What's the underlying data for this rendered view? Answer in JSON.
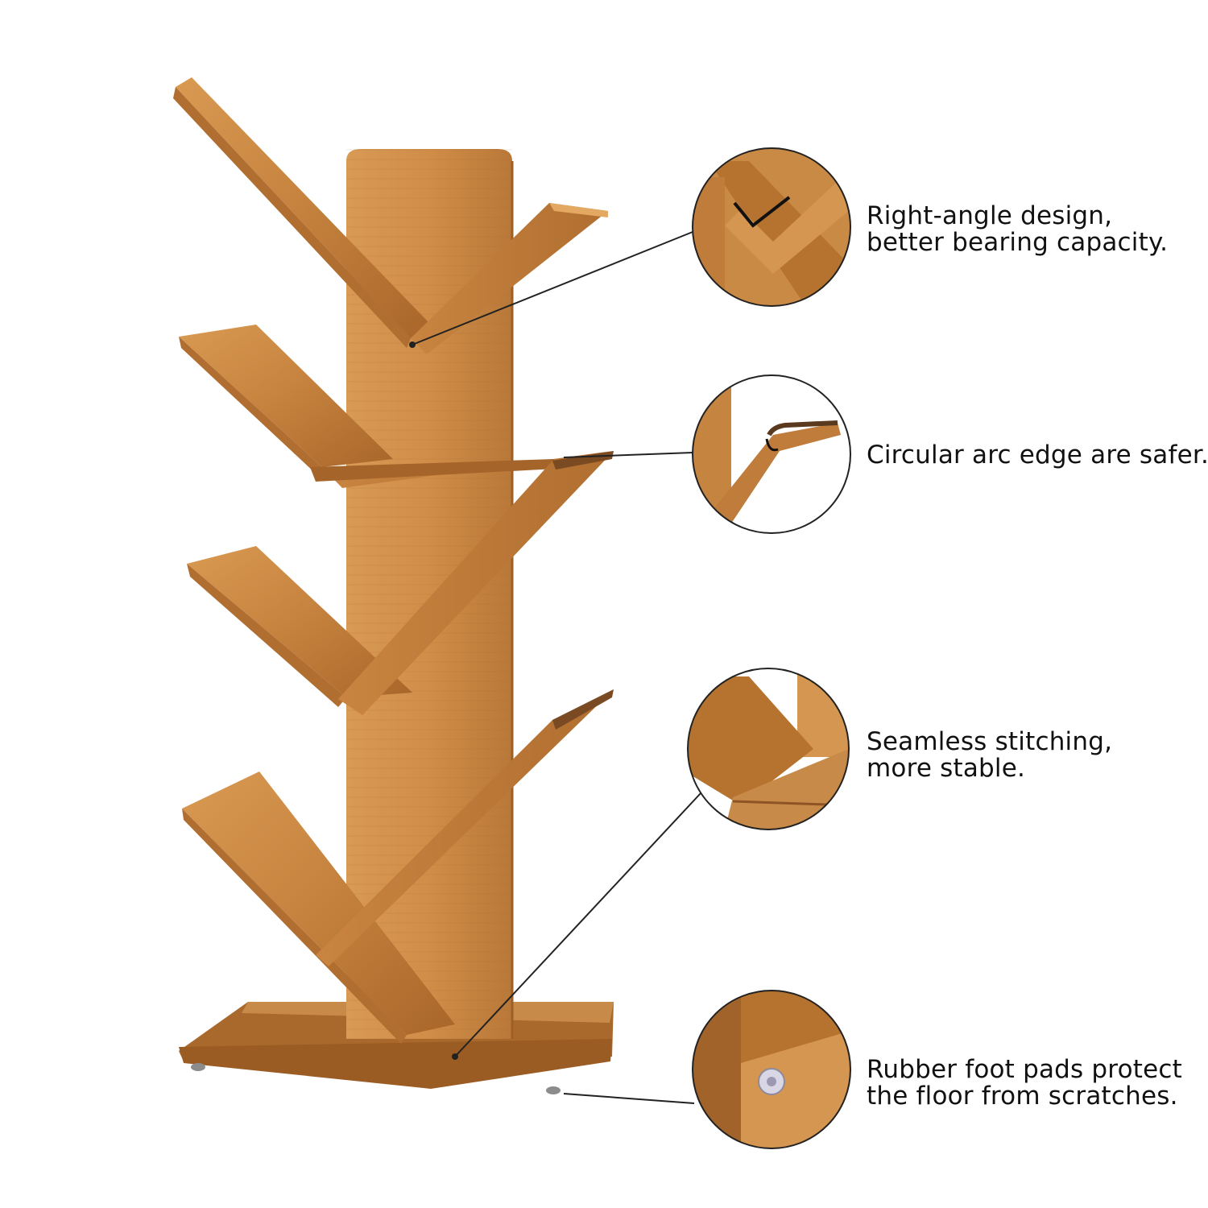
{
  "colors": {
    "wood_light": "#D6944A",
    "wood_mid": "#C07A36",
    "wood_dark": "#9A5A22",
    "edge": "#E3A861",
    "callout_line": "#222222"
  },
  "features": [
    {
      "icon": "right-angle-joint-icon",
      "line1": "Right-angle design,",
      "line2": "better bearing capacity."
    },
    {
      "icon": "arc-edge-icon",
      "line1": "Circular arc edge are safer.",
      "line2": ""
    },
    {
      "icon": "seamless-joint-icon",
      "line1": "Seamless stitching,",
      "line2": "more stable."
    },
    {
      "icon": "rubber-foot-pad-icon",
      "line1": "Rubber foot pads protect",
      "line2": "the floor from scratches."
    }
  ]
}
